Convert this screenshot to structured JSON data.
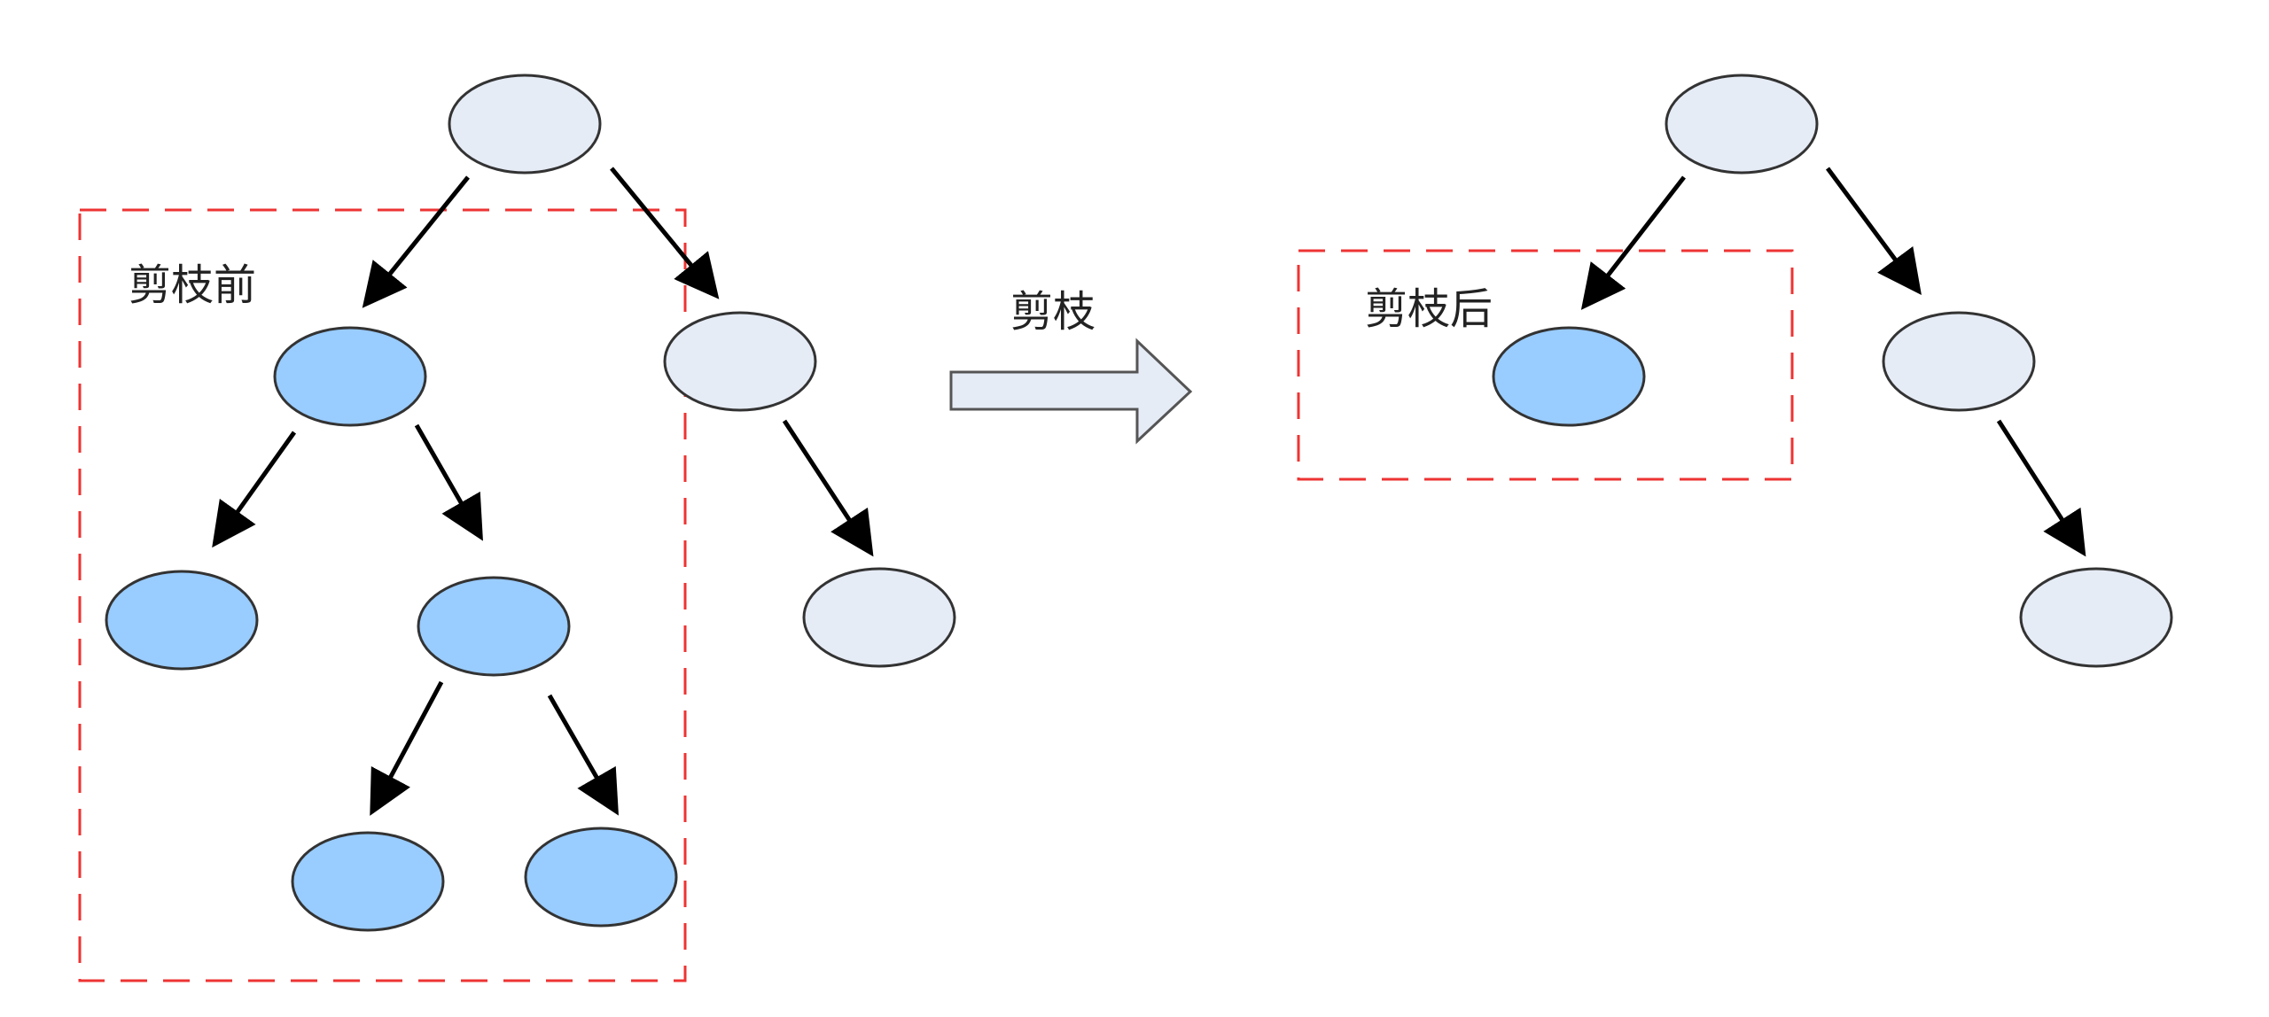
{
  "labels": {
    "before": "剪枝前",
    "action": "剪枝",
    "after": "剪枝后"
  },
  "colors": {
    "node_light": "#e6ecf6",
    "node_pruned_highlight": "#99ccff",
    "box_dash": "#ee3333",
    "edge": "#000000"
  },
  "before_tree": {
    "nodes": [
      "root",
      "left",
      "right",
      "left-left",
      "left-right",
      "left-right-left",
      "left-right-right",
      "right-child"
    ],
    "highlighted_nodes": [
      "left",
      "left-left",
      "left-right",
      "left-right-left",
      "left-right-right"
    ],
    "edges": [
      [
        "root",
        "left"
      ],
      [
        "root",
        "right"
      ],
      [
        "left",
        "left-left"
      ],
      [
        "left",
        "left-right"
      ],
      [
        "left-right",
        "left-right-left"
      ],
      [
        "left-right",
        "left-right-right"
      ],
      [
        "right",
        "right-child"
      ]
    ]
  },
  "after_tree": {
    "nodes": [
      "root",
      "left-leaf",
      "right",
      "right-child"
    ],
    "highlighted_nodes": [
      "left-leaf"
    ],
    "edges": [
      [
        "root",
        "left-leaf"
      ],
      [
        "root",
        "right"
      ],
      [
        "right",
        "right-child"
      ]
    ]
  }
}
